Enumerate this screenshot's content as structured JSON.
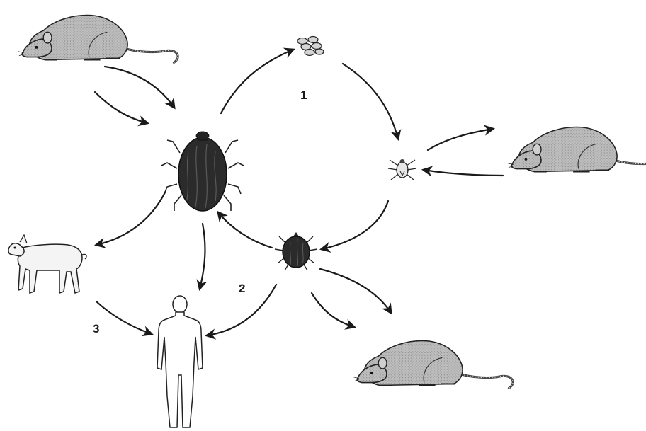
{
  "labels": {
    "stage_1": "1",
    "stage_2": "2",
    "stage_3": "3"
  },
  "figures": [
    {
      "id": "rat-top-left",
      "icon": "rat-icon"
    },
    {
      "id": "egg-cluster",
      "icon": "tick-eggs-icon"
    },
    {
      "id": "larva",
      "icon": "tick-larva-icon"
    },
    {
      "id": "rat-right",
      "icon": "rat-icon"
    },
    {
      "id": "adult-tick",
      "icon": "engorged-tick-icon"
    },
    {
      "id": "nymph",
      "icon": "tick-nymph-icon"
    },
    {
      "id": "lamb",
      "icon": "lamb-icon"
    },
    {
      "id": "human",
      "icon": "human-silhouette-icon"
    },
    {
      "id": "rat-bottom-right",
      "icon": "rat-icon"
    }
  ],
  "colors": {
    "ink": "#1a1a1a",
    "rat_fill": "#b9b9b9",
    "tick_fill": "#2b2b2b",
    "background": "#ffffff"
  }
}
